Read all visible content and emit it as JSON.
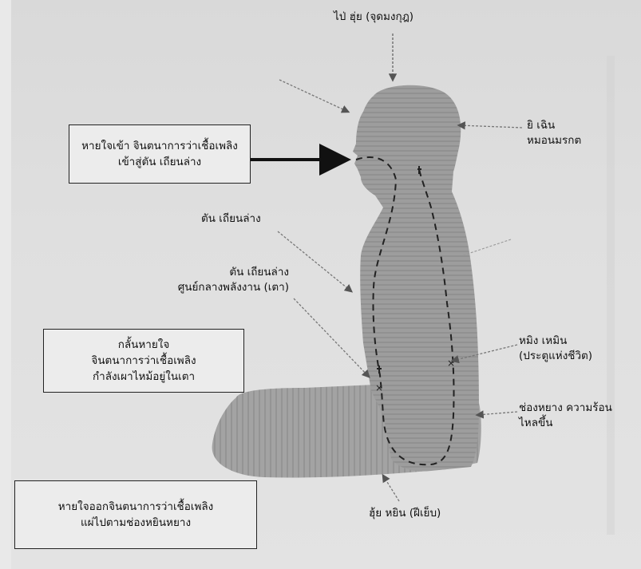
{
  "diagram": {
    "top_label": "ไป่ ฮุ่ย (จุดมงกุฎ)",
    "right_head": [
      "ยิ เฉิน",
      "หมอนมรกต"
    ],
    "chin_label": "ตัน เถียนล่าง",
    "center_label": [
      "ตัน เถียนล่าง",
      "ศูนย์กลางพลังงาน (เตา)"
    ],
    "back_label": [
      "หมิง เหมิน",
      "(ประตูแห่งชีวิต)"
    ],
    "spine_label": [
      "ช่องหยาง ความร้อน",
      "ไหลขึ้น"
    ],
    "bottom_label": "ฮุ้ย หยิน (ฝีเย็บ)",
    "box_inhale": [
      "หายใจเข้า จินตนาการว่าเชื้อเพลิง",
      "เข้าสู่ตัน เถียนล่าง"
    ],
    "box_hold": [
      "กลั้นหายใจ",
      "จินตนาการว่าเชื้อเพลิง",
      "กำลังเผาไหม้อยู่ในเตา"
    ],
    "box_exhale": [
      "หายใจออกจินตนาการว่าเชื้อเพลิง",
      "แผ่ไปตามช่องหยินหยาง"
    ]
  },
  "colors": {
    "background": "#dcdcdc",
    "figure": "#9b9b9b",
    "figure_dark": "#8a8a8a",
    "line": "#222222"
  }
}
